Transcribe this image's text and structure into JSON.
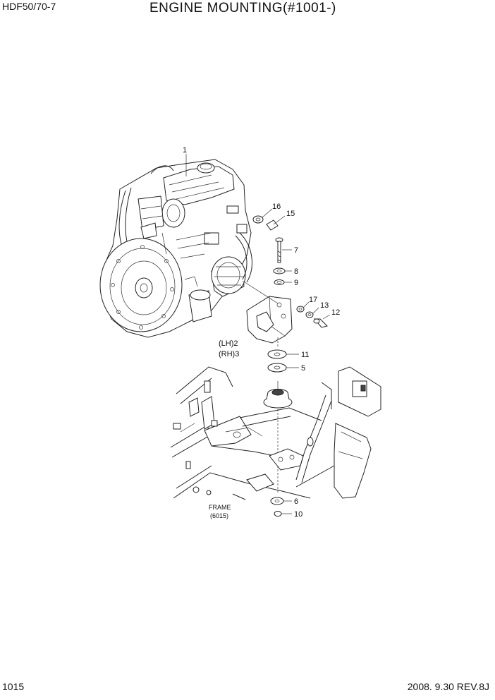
{
  "header": {
    "model": "HDF50/70-7",
    "title": "ENGINE MOUNTING(#1001-)"
  },
  "footer": {
    "page_number": "1015",
    "revision": "2008. 9.30 REV.8J"
  },
  "callouts": {
    "c1": "1",
    "c2": "(LH)2",
    "c3": "(RH)3",
    "c5": "5",
    "c6": "6",
    "c7": "7",
    "c8": "8",
    "c9": "9",
    "c10": "10",
    "c11": "11",
    "c12": "12",
    "c13": "13",
    "c15": "15",
    "c16": "16",
    "c17": "17"
  },
  "frame_label": {
    "name": "FRAME",
    "ref": "(6015)"
  }
}
